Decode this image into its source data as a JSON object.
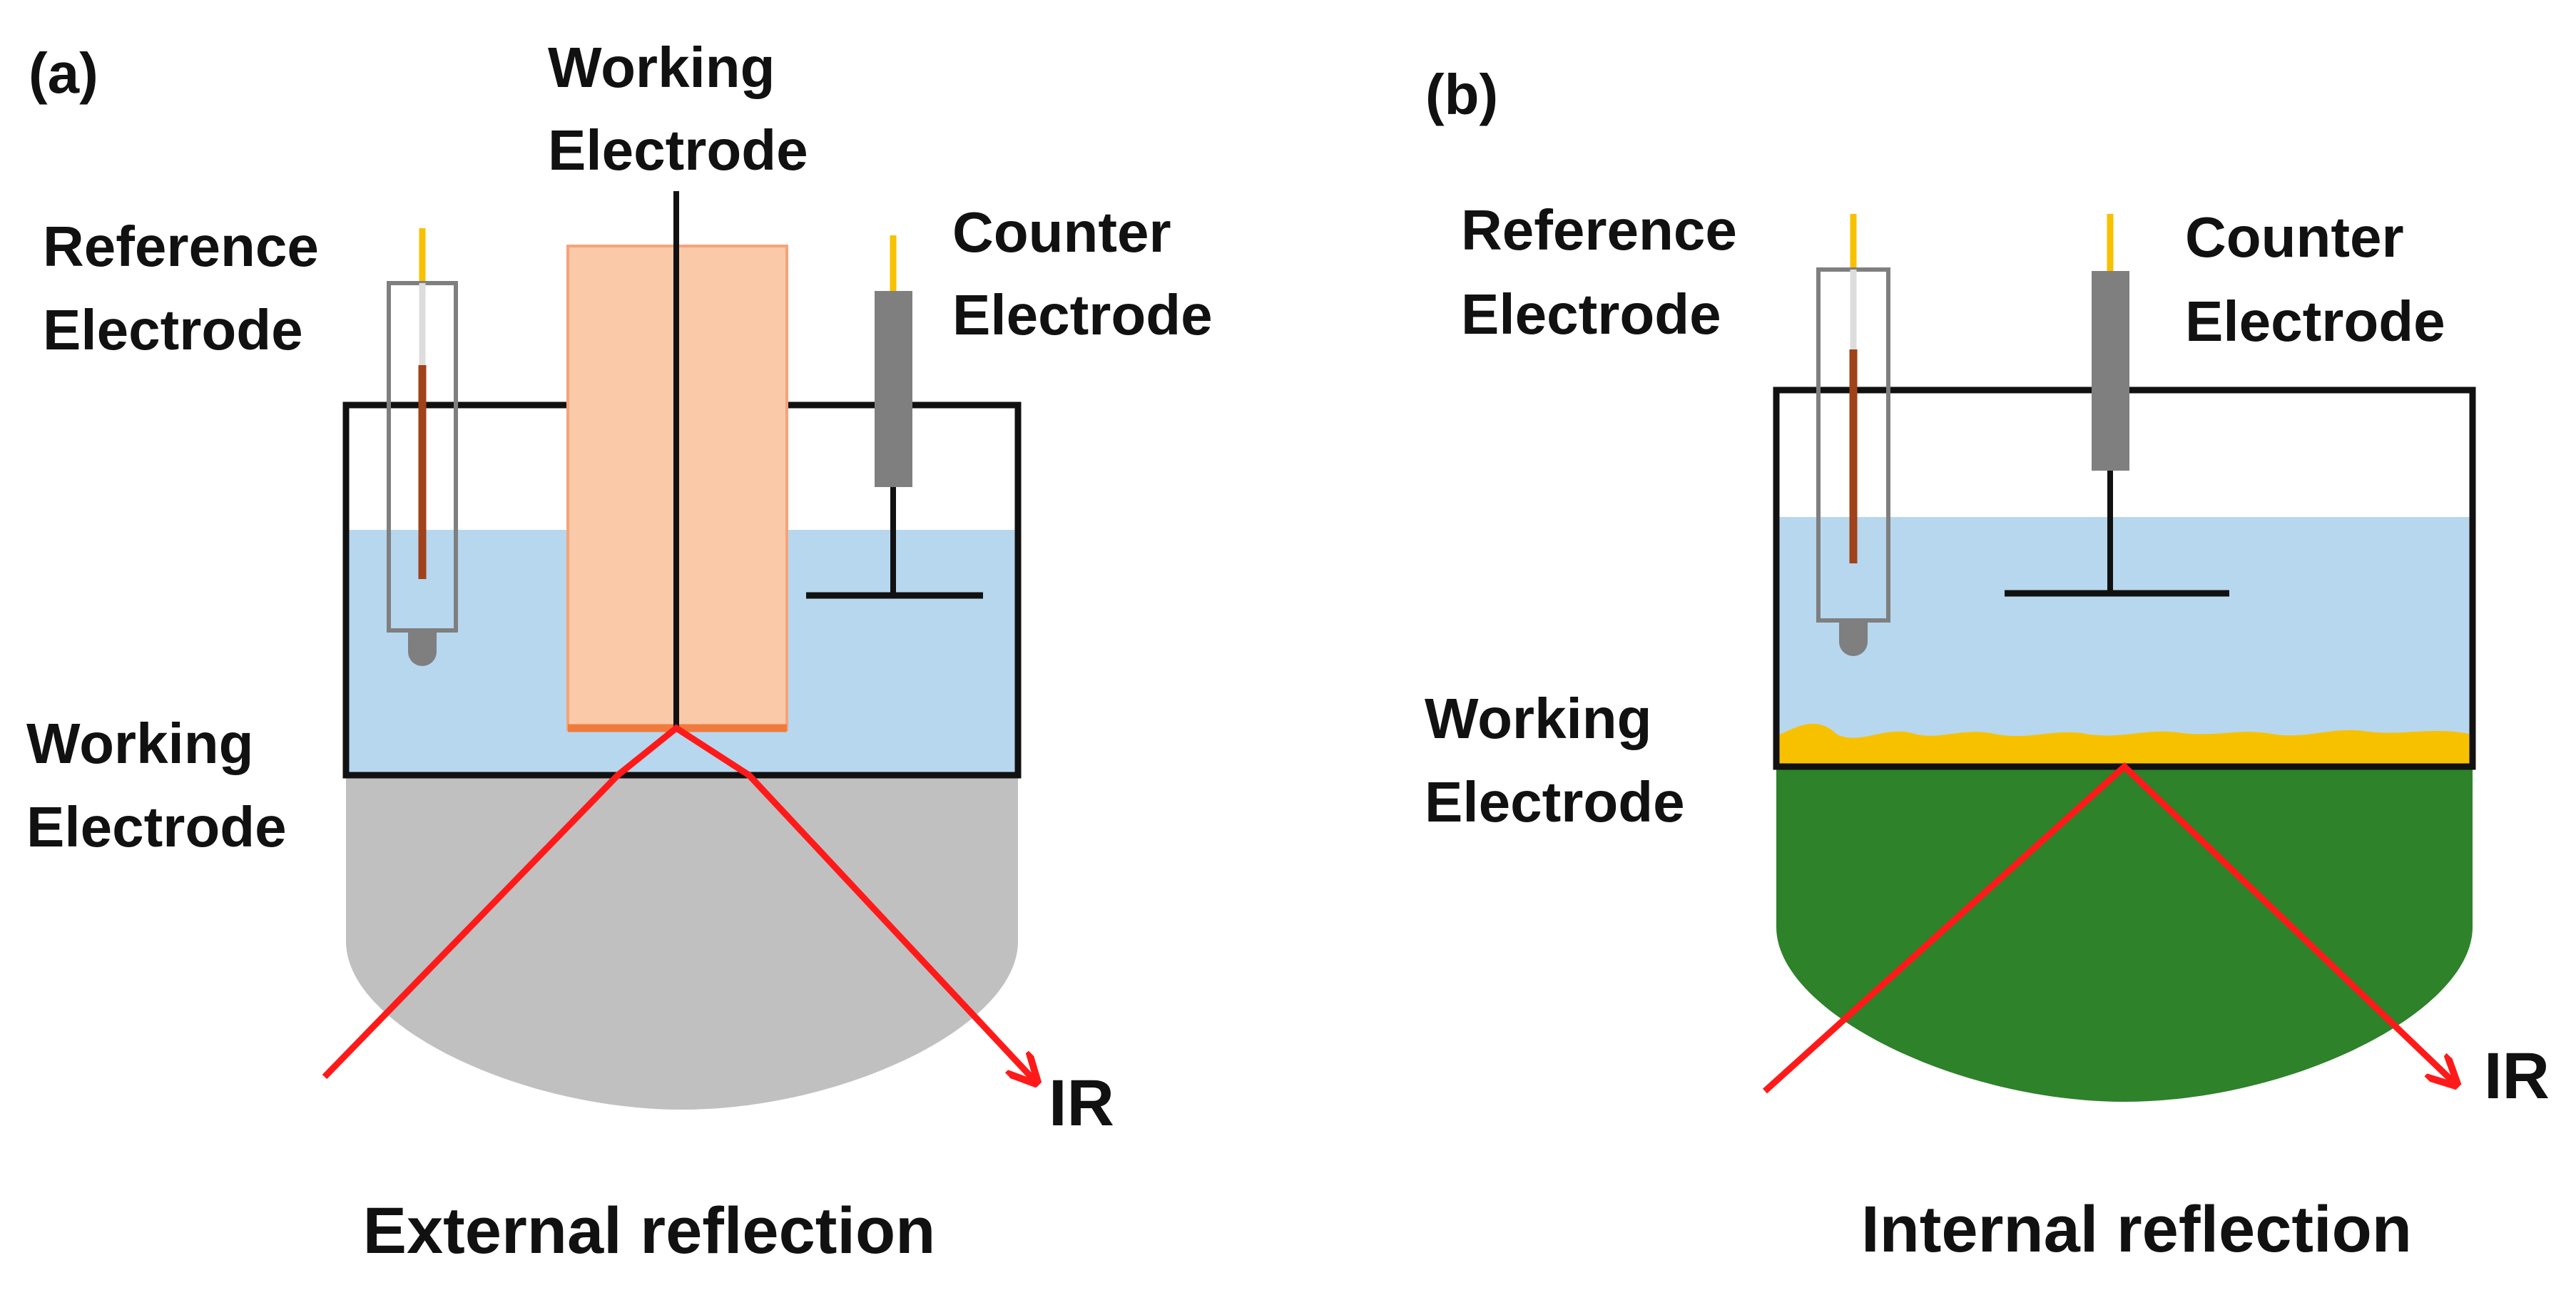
{
  "panels": {
    "a": {
      "panel_label": "(a)",
      "labels": {
        "working_top_line1": "Working",
        "working_top_line2": "Electrode",
        "reference_line1": "Reference",
        "reference_line2": "Electrode",
        "counter_line1": "Counter",
        "counter_line2": "Electrode",
        "working_side_line1": "Working",
        "working_side_line2": "Electrode",
        "ir": "IR"
      },
      "caption": "External reflection",
      "colors": {
        "electrolyte": "#b7d7ee",
        "prism": "#c0c0c0",
        "working_electrode_fill": "#f9c9a8",
        "working_electrode_edge": "#f07a3c",
        "ir_beam": "#ff1a1a"
      }
    },
    "b": {
      "panel_label": "(b)",
      "labels": {
        "reference_line1": "Reference",
        "reference_line2": "Electrode",
        "counter_line1": "Counter",
        "counter_line2": "Electrode",
        "working_side_line1": "Working",
        "working_side_line2": "Electrode",
        "ir": "IR"
      },
      "caption": "Internal reflection",
      "colors": {
        "electrolyte": "#b7d7ee",
        "prism": "#2e8229",
        "working_film": "#f7c100",
        "ir_beam": "#ff1a1a"
      }
    }
  },
  "icons": {
    "reference_electrode": "reference-electrode-icon",
    "counter_electrode": "counter-electrode-icon",
    "working_electrode": "working-electrode-icon",
    "ir_beam": "ir-beam-arrow-icon"
  }
}
